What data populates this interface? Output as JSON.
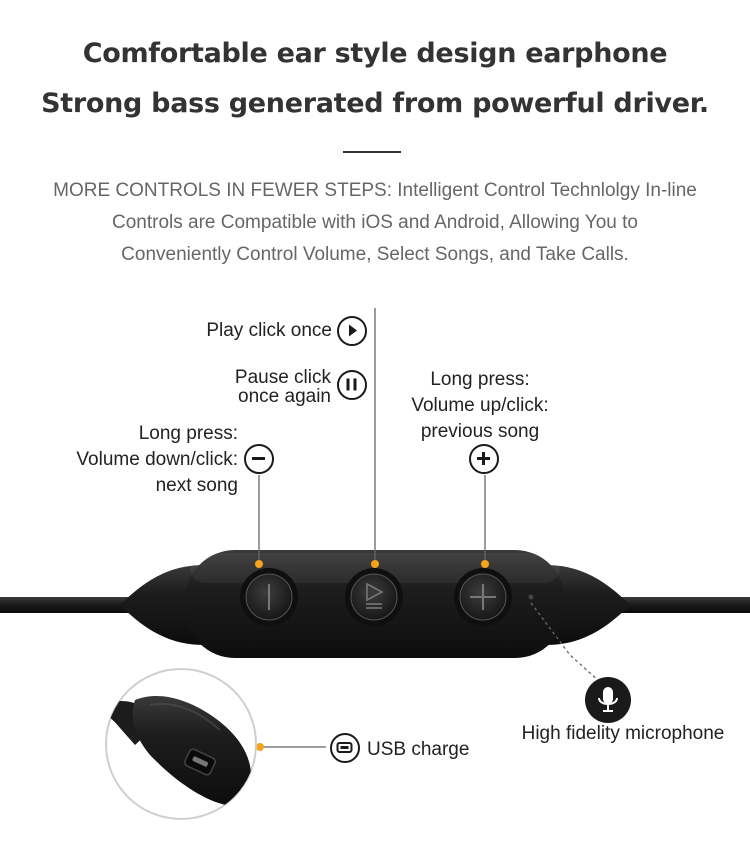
{
  "heading": {
    "line1": "Comfortable ear style design earphone",
    "line2": "Strong bass generated from powerful driver."
  },
  "description": {
    "line1": "MORE CONTROLS IN FEWER STEPS: Intelligent Control Technlolgy In-line",
    "line2": "Controls are Compatible with iOS and Android, Allowing You to",
    "line3": "Conveniently Control Volume, Select Songs, and Take Calls."
  },
  "controls": {
    "play": "Play click once",
    "pause_line1": "Pause click",
    "pause_line2": "once again",
    "minus_line1": "Long press:",
    "minus_line2": "Volume down/click:",
    "minus_line3": "next song",
    "plus_line1": "Long press:",
    "plus_line2": "Volume up/click:",
    "plus_line3": "previous song"
  },
  "features": {
    "microphone": "High fidelity microphone",
    "usb": "USB charge"
  },
  "colors": {
    "accent": "#f7a31c",
    "text": "#222222",
    "muted": "#666666"
  },
  "icons": [
    "play-icon",
    "pause-icon",
    "minus-icon",
    "plus-icon",
    "microphone-icon",
    "usb-icon"
  ]
}
